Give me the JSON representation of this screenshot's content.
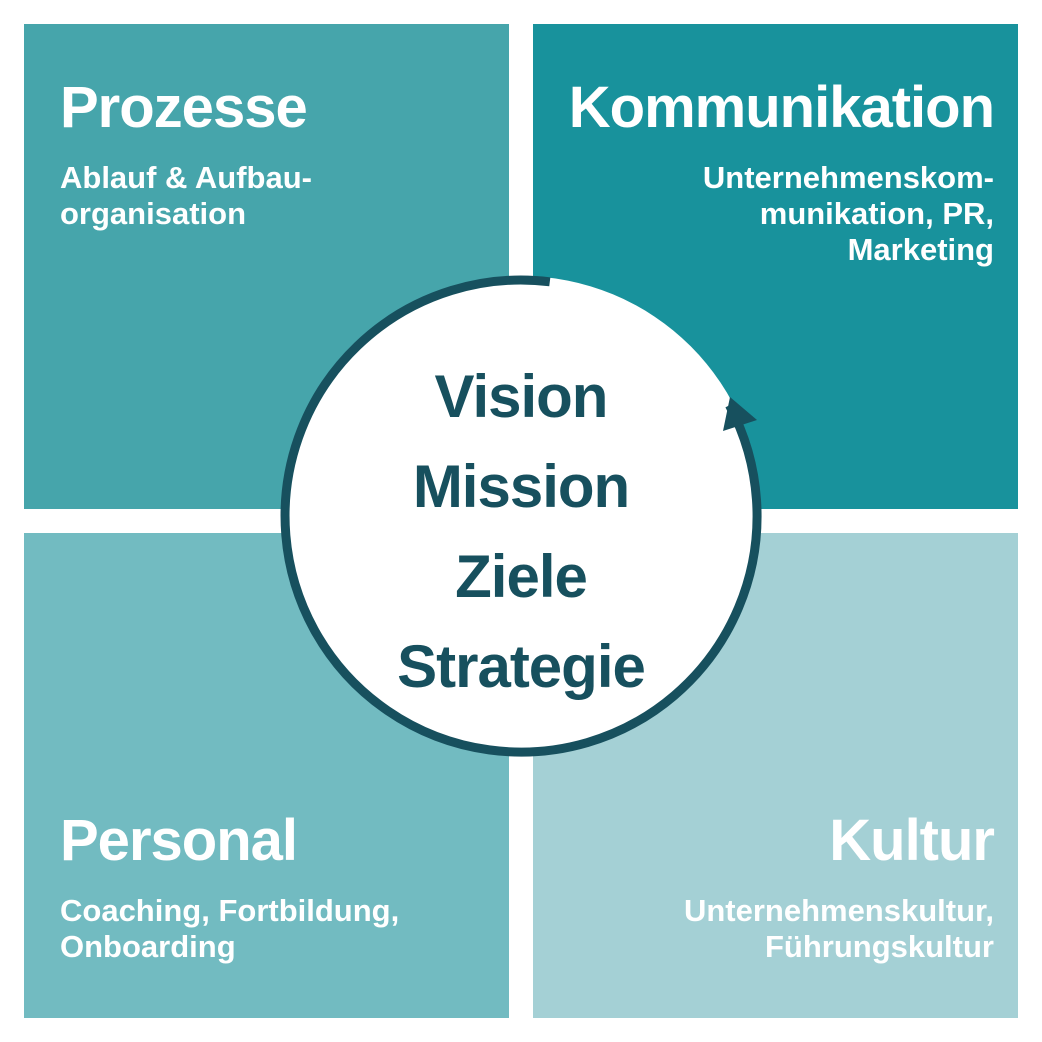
{
  "colors": {
    "background": "#ffffff",
    "quadrant_top_left": "#46a5ab",
    "quadrant_top_right": "#18929c",
    "quadrant_bottom_left": "#72bbc1",
    "quadrant_bottom_right": "#a4d0d5",
    "accent_dark": "#17505e",
    "circle_fill": "#ffffff",
    "text_on_teal": "#ffffff"
  },
  "quadrants": {
    "top_left": {
      "title": "Prozesse",
      "subtitle_lines": [
        "Ablauf & Aufbau-",
        "organisation"
      ]
    },
    "top_right": {
      "title": "Kommunikation",
      "subtitle_lines": [
        "Unternehmenskom-",
        "munikation, PR,",
        "Marketing"
      ]
    },
    "bottom_left": {
      "title": "Personal",
      "subtitle_lines": [
        "Coaching, Fortbildung,",
        "Onboarding"
      ]
    },
    "bottom_right": {
      "title": "Kultur",
      "subtitle_lines": [
        "Unternehmenskultur,",
        "Führungskultur"
      ]
    }
  },
  "center": {
    "lines": [
      "Vision",
      "Mission",
      "Ziele",
      "Strategie"
    ],
    "arrow_icon": "circular-cycle-arrow"
  }
}
